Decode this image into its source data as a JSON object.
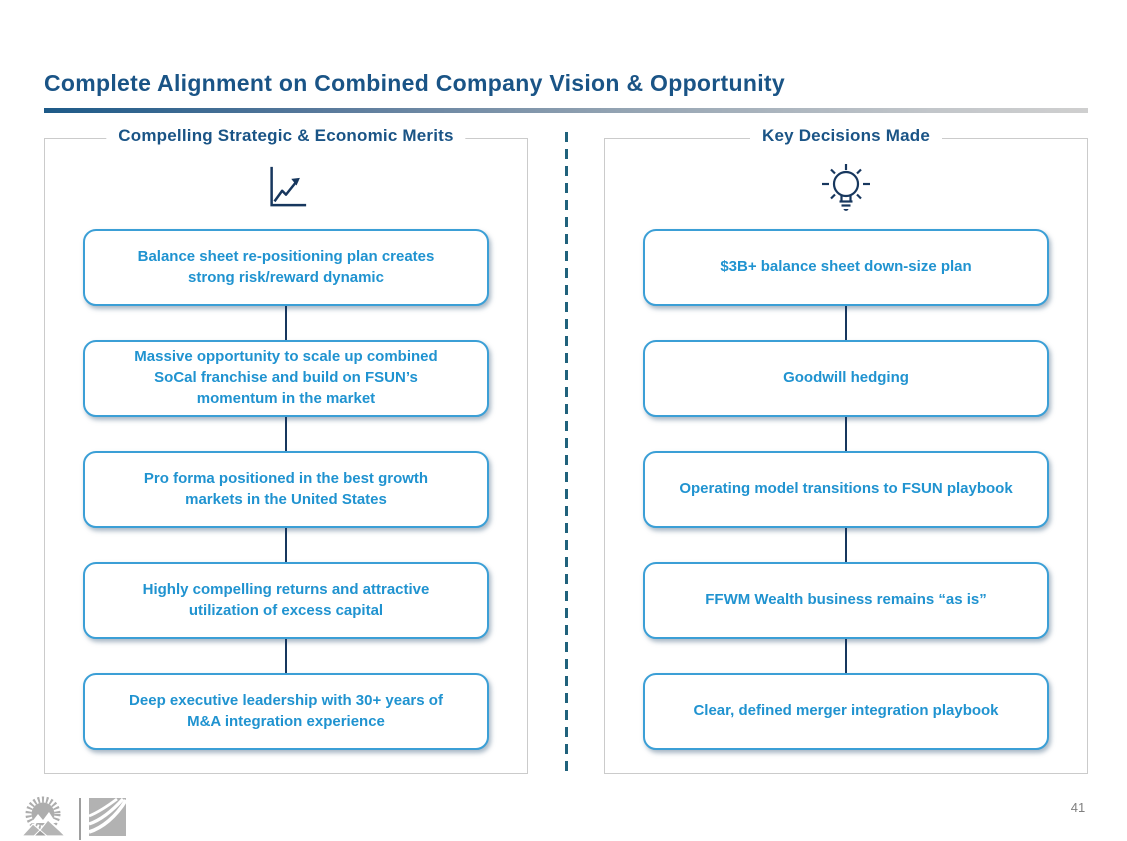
{
  "title": "Complete Alignment on Combined Company Vision & Opportunity",
  "colors": {
    "title_navy": "#1A5486",
    "box_text_blue": "#2093D0",
    "box_border_blue": "#3B9FD6",
    "connector_navy": "#17375E",
    "divider_teal": "#20627C",
    "panel_border_gray": "#CBCBCB",
    "logo_gray": "#ADADAD"
  },
  "left_panel": {
    "header": "Compelling Strategic & Economic Merits",
    "icon": "line-chart-icon",
    "boxes": [
      "Balance sheet re-positioning plan creates\nstrong risk/reward dynamic",
      "Massive opportunity to scale up combined\nSoCal franchise and build on FSUN’s\nmomentum in the market",
      "Pro forma positioned in the best growth\nmarkets in the United States",
      "Highly compelling returns and attractive\nutilization of excess capital",
      "Deep executive leadership with 30+ years of\nM&A integration experience"
    ]
  },
  "right_panel": {
    "header": "Key Decisions Made",
    "icon": "lightbulb-icon",
    "boxes": [
      "$3B+ balance sheet down-size plan",
      "Goodwill hedging",
      "Operating model transitions to FSUN playbook",
      "FFWM Wealth business remains “as is”",
      "Clear, defined merger integration playbook"
    ]
  },
  "footer": {
    "logos": [
      "sunburst-mountains-logo",
      "swoosh-square-logo"
    ],
    "page_number": "41"
  }
}
